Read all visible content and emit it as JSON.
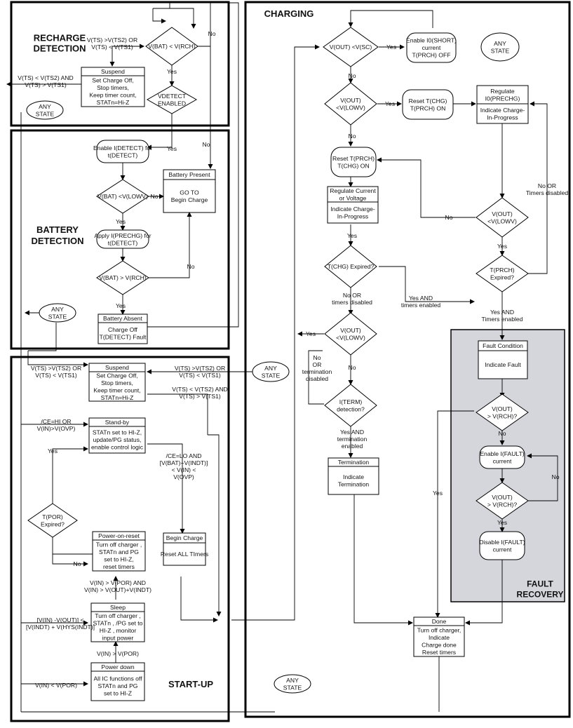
{
  "regions": {
    "recharge": [
      "RECHARGE",
      "DETECTION"
    ],
    "charging": "CHARGING",
    "battery": [
      "BATTERY",
      "DETECTION"
    ],
    "startup": "START-UP",
    "fault": [
      "FAULT",
      "RECOVERY"
    ]
  },
  "nodes": {
    "rd_diamond": [
      "V(BAT) < V(RCH)"
    ],
    "rd_suspend_title": "Suspend",
    "rd_suspend_body": [
      "Set Charge Off,",
      "Stop timers,",
      "Keep timer count,",
      "STATn=Hi-Z"
    ],
    "rd_vdetect": [
      "VDETECT",
      "ENABLED"
    ],
    "any_state_rd": [
      "ANY",
      "STATE"
    ],
    "bd_enable": [
      "Enable I(DETECT) for",
      "t(DETECT)"
    ],
    "bd_present_title": "Battery Present",
    "bd_present_body": [
      "GO TO",
      "Begin Charge"
    ],
    "bd_d1": [
      "V(BAT) <V(LOWV)"
    ],
    "bd_apply": [
      "Apply I(PRECHG) for",
      "t(DETECT)"
    ],
    "bd_d2": [
      "V(BAT) > V(RCH)"
    ],
    "any_state_bd": [
      "ANY",
      "STATE"
    ],
    "bd_absent_title": "Battery Absent",
    "bd_absent_body": [
      "Charge Off",
      "T(DETECT) Fault"
    ],
    "su_suspend_title": "Suspend",
    "su_suspend_body": [
      "Set Charge Off,",
      "Stop timers,",
      "Keep timer count,",
      "STATn=Hi-Z"
    ],
    "any_state_su": [
      "ANY",
      "STATE"
    ],
    "su_standby_title": "Stand-by",
    "su_standby_body": [
      "STATn set to HI-Z,",
      "update/PG status,",
      "enable control logic"
    ],
    "su_tpor": [
      "T(POR)",
      "Expired?"
    ],
    "su_por_title": "Power-on-reset",
    "su_por_body": [
      "Turn off charger ,",
      "STATn and PG",
      "set to HI-Z,",
      "reset timers"
    ],
    "su_begin_title": "Begin Charge",
    "su_begin_body": [
      "Reset ALL TImers"
    ],
    "su_sleep_title": "Sleep",
    "su_sleep_body": [
      "Turn off charger ,",
      "STATn , /PG set to",
      "HI-Z , monitor",
      "input power"
    ],
    "su_pdown_title": "Power down",
    "su_pdown_body": [
      "All IC functions off",
      "STATn and PG",
      "set to HI-Z"
    ],
    "ch_d_sc": [
      "V(OUT) <V(SC)"
    ],
    "ch_enable_short": [
      "Enable I0(SHORT)",
      "current",
      "T(PRCH) OFF"
    ],
    "any_state_ch": [
      "ANY",
      "STATE"
    ],
    "ch_d_lowv": [
      "V(OUT)",
      "<V(LOWV)"
    ],
    "ch_reset_tchg": [
      "Reset T(CHG)",
      "T(PRCH) ON"
    ],
    "ch_regulate_title": [
      "Regulate",
      "I0(PRECHG)"
    ],
    "ch_regulate_body": [
      "Indicate Charge-",
      "In-Progress"
    ],
    "ch_reset_tprch": [
      "Reset T(PRCH)",
      "T(CHG) ON"
    ],
    "ch_regcv_title": [
      "Regulate Current",
      "or Voltage"
    ],
    "ch_regcv_body": [
      "Indicate Charge-",
      "In-Progress"
    ],
    "ch_d_lowv2": [
      "V(OUT)",
      "<V(LOWV)"
    ],
    "ch_d_tchg": [
      "T(CHG) Expired?"
    ],
    "ch_d_tprch": [
      "T(PRCH)",
      "Expired?"
    ],
    "ch_d_lowv3": [
      "V(OUT)",
      "<V(LOWV)"
    ],
    "ch_d_iterm": [
      "I(TERM)",
      "detection?"
    ],
    "ch_term_title": "Termination",
    "ch_term_body": [
      "Indicate",
      "Termination"
    ],
    "fr_fault_title": "Fault Condition",
    "fr_fault_body": [
      "Indicate Fault"
    ],
    "fr_d_rch": [
      "V(OUT)",
      "> V(RCH)?"
    ],
    "fr_enable": [
      "Enable I(FAULT)",
      "current"
    ],
    "fr_d_rch2": [
      "V(OUT)",
      "> V(RCH)?"
    ],
    "fr_disable": [
      "Disable I(FAULT)",
      "current"
    ],
    "done_title": "Done",
    "done_body": [
      "Turn off charger,",
      "Indicate",
      "Charge done",
      "Reset timers"
    ],
    "any_state_bottom": [
      "ANY",
      "STATE"
    ]
  },
  "labels": {
    "rd_cond1": [
      "V(TS) >V(TS2) OR",
      "V(TS) < V(TS1)"
    ],
    "rd_cond2": [
      "V(TS) < V(TS2) AND",
      "V(TS) > V(TS1)"
    ],
    "no_rd": "No",
    "yes_rd": "Yes",
    "yes_bd_vdetect": "Yes",
    "no_bd_vdetect": "No",
    "no_bd1": "No",
    "yes_bd1": "Yes",
    "no_bd2": "No",
    "yes_bd2": "Yes",
    "su_cond1": [
      "V(TS) >V(TS2) OR",
      "V(TS) < V(TS1)"
    ],
    "su_cond2": [
      "V(TS) >V(TS2) OR",
      "V(TS) < V(TS1)"
    ],
    "su_cond3": [
      "V(TS) < V(TS2) AND",
      "V(TS) > V(TS1)"
    ],
    "su_ce_hi": [
      "/CE=HI OR",
      "V(IN)>V(OVP)"
    ],
    "su_ce_lo": [
      "/CE=LO AND",
      "[V(BAT)+V(INDT)]",
      "< V(IN) <",
      "V(OVP)"
    ],
    "su_yes_tpor": "Yes",
    "su_no_tpor": "No",
    "su_por_cond": [
      "V(IN) > V(POR) AND",
      "V(IN) > V(OUT)+V(INDT)"
    ],
    "su_sleep_cond": [
      "[V(IN) -V(OUT)] <",
      "[V(INDT) + V(HYS(INDT)]"
    ],
    "su_vin_por": "V(IN) > V(POR)",
    "su_vin_lt_por": "V(IN) < V(POR)",
    "ch_yes_sc": "Yes",
    "ch_no_sc": "No",
    "ch_yes_lowv": "Yes",
    "ch_no_lowv": "No",
    "ch_yes_regcv": "Yes",
    "ch_no_lowv2": "No",
    "ch_yes_lowv2": "Yes",
    "ch_no_or_timers": [
      "No OR",
      "Timers disabled"
    ],
    "ch_yes_and_timers": [
      "Yes AND",
      "timers enabled"
    ],
    "ch_no_or_timers2": [
      "No OR",
      "timers disabled"
    ],
    "ch_yes_and_timers2": [
      "Yes AND",
      "Timers enabled"
    ],
    "ch_yes_lowv3": "Yes",
    "ch_no_lowv3": "No",
    "ch_no_or_term": [
      "No",
      "OR",
      "termination",
      "disabled"
    ],
    "ch_yes_and_term": [
      "Yes AND",
      "termination",
      "enabled"
    ],
    "fr_no1": "No",
    "fr_yes1": "Yes",
    "fr_no2": "No",
    "fr_yes2": "Yes"
  }
}
